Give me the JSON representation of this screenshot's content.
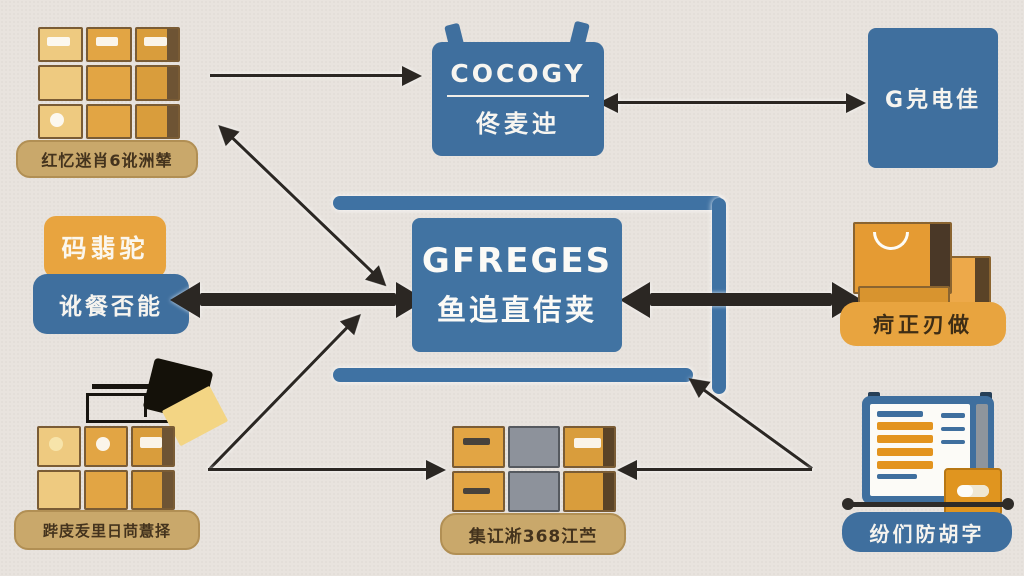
{
  "colors": {
    "background": "#e8e3de",
    "blue": "#3f6f9e",
    "bracket_blue": "#3f72a3",
    "orange": "#e8a43f",
    "tan_label": "#c9a86b",
    "arrow_black": "#2b2723",
    "box_orange": "#e2a544",
    "box_brown": "#6e5434",
    "text_white": "#f7f5f0",
    "text_dark": "#44331d"
  },
  "nodes": {
    "top_left_boxes": {
      "label": "红忆迷肖6讹洲辇"
    },
    "top_center_badge": {
      "title": "COCOGY",
      "subtitle": "佟麦迚"
    },
    "top_right_square": {
      "label": "G皃电佳"
    },
    "mid_left": {
      "orange_label": "码翡驼",
      "blue_label": "讹餐否能"
    },
    "center_box": {
      "title": "GFREGES",
      "subtitle": "鱼追直佶荚"
    },
    "mid_right_boxes": {
      "label": "疴正刃做"
    },
    "bottom_left_boxes": {
      "label": "跸庋叐里日苘薏择"
    },
    "bottom_center_boxes": {
      "label": "集讧淅368江苎"
    },
    "bottom_right_computer": {
      "label": "纷们防胡字"
    }
  }
}
